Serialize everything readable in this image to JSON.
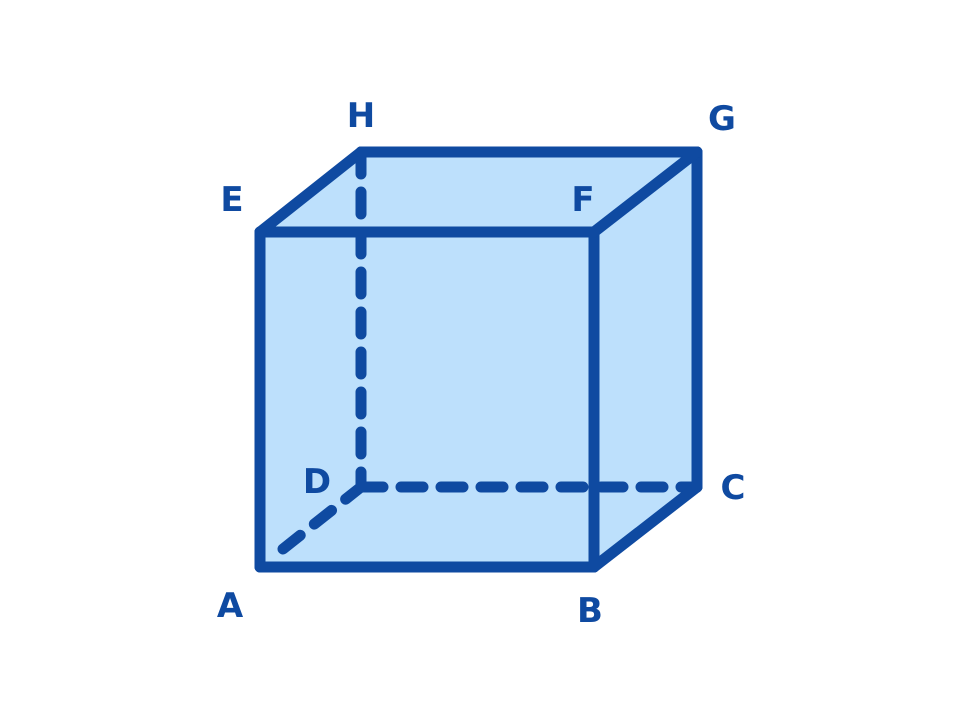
{
  "figure": {
    "colors": {
      "stroke": "#0f4aa1",
      "face_fill": "#bde0fc",
      "background": "#ffffff"
    },
    "vertices": {
      "A": "A",
      "B": "B",
      "C": "C",
      "D": "D",
      "E": "E",
      "F": "F",
      "G": "G",
      "H": "H"
    },
    "edges": {
      "visible": [
        "AB",
        "BC",
        "CG",
        "BF",
        "AE",
        "EF",
        "FG",
        "EH",
        "HG"
      ],
      "hidden": [
        "AD",
        "DC",
        "DH"
      ]
    }
  }
}
